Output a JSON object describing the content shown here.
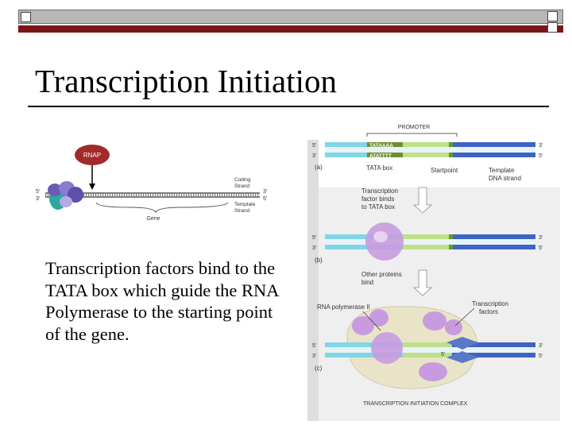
{
  "slide": {
    "title": "Transcription Initiation",
    "body": "Transcription factors bind to the TATA box which guide the RNA Polymerase to the starting point of the gene."
  },
  "left_figure": {
    "rnap_label": "RNAP",
    "five_prime": "5'",
    "three_prime": "3'",
    "coding_strand": [
      "Coding",
      "Strand"
    ],
    "template_strand": [
      "Template",
      "Strand"
    ],
    "gene_label": "Gene"
  },
  "right_figure": {
    "promoter": "PROMOTER",
    "tata_top": "TATAAAA",
    "tata_bottom": "ATATTTT",
    "panel_a": "(a)",
    "panel_b": "(b)",
    "panel_c": "(c)",
    "tata_box": "TATA box",
    "startpoint": "Startpoint",
    "template_dna": [
      "Template",
      "DNA strand"
    ],
    "step1": [
      "Transcription",
      "factor binds",
      "to TATA box"
    ],
    "step2": [
      "Other proteins",
      "bind"
    ],
    "rna_pol": "RNA polymerase II",
    "tf_label": [
      "Transcription",
      "factors"
    ],
    "complex": "TRANSCRIPTION INITIATION COMPLEX",
    "five_prime": "5'",
    "three_prime": "3'"
  },
  "colors": {
    "accent_red": "#7a1419",
    "bar_gray": "#b7b7b7",
    "dna_blue": "#3d63c4",
    "promoter_cyan": "#7fd6e6",
    "green": "#a6d957",
    "protein_purple": "#c89be0",
    "rnap_red": "#a32a2a"
  }
}
